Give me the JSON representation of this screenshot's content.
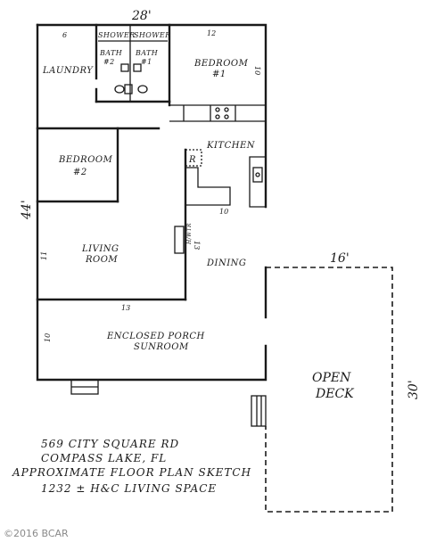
{
  "dimensions": {
    "overall_width": "28'",
    "overall_depth": "44'",
    "deck_width": "16'",
    "deck_depth": "30'",
    "laundry": "6",
    "bedroom1_width": "12",
    "bedroom1_depth": "10",
    "kitchen": "10",
    "dining": "13",
    "living_depth": "11",
    "living_width": "13",
    "porch_depth": "10"
  },
  "rooms": {
    "laundry": "LAUNDRY",
    "shower_left": "SHOWER",
    "shower_right": "SHOWER",
    "bath2_line1": "BATH",
    "bath2_line2": "#2",
    "bath1_line1": "BATH",
    "bath1_line2": "#1",
    "bedroom1_line1": "BEDROOM",
    "bedroom1_line2": "#1",
    "bedroom2_line1": "BEDROOM",
    "bedroom2_line2": "#2",
    "kitchen": "KITCHEN",
    "fridge": "R",
    "heater": "H/WTR",
    "living_line1": "LIVING",
    "living_line2": "ROOM",
    "dining": "DINING",
    "porch_line1": "ENCLOSED PORCH",
    "porch_line2": "SUNROOM",
    "deck_line1": "OPEN",
    "deck_line2": "DECK"
  },
  "caption": {
    "address": "569 CITY SQUARE RD",
    "city": "COMPASS LAKE, FL",
    "title": "APPROXIMATE FLOOR PLAN SKETCH",
    "living_space": "1232 ± H&C LIVING SPACE"
  },
  "watermark": "©2016 BCAR"
}
